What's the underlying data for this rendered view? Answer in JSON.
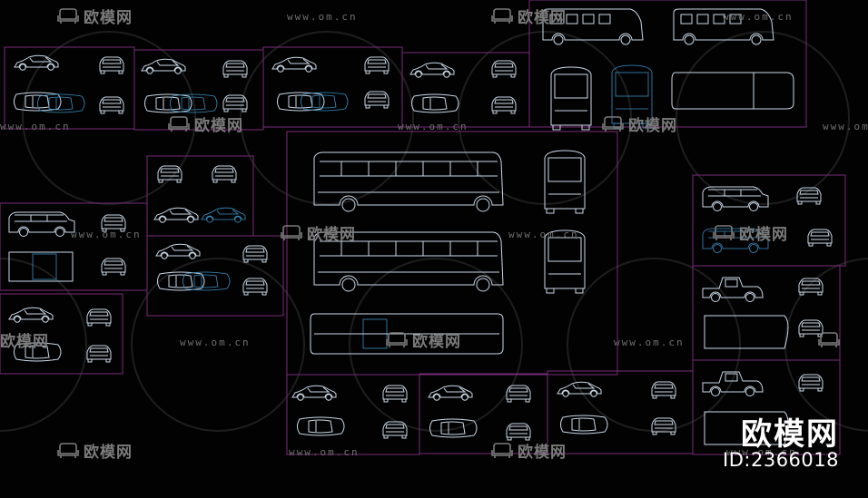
{
  "watermark": {
    "brand": "欧模网",
    "url": "www.om.cn"
  },
  "overlay": {
    "brand_large": "欧模网",
    "id_label": "ID:2366018"
  },
  "colors": {
    "background": "#020203",
    "frame": "#7a2a78",
    "line": "#c9d8e6",
    "line_alt": "#3a8fbf",
    "watermark": "#7b7b7b"
  },
  "icons": {
    "watermark_logo": "sofa-icon"
  }
}
